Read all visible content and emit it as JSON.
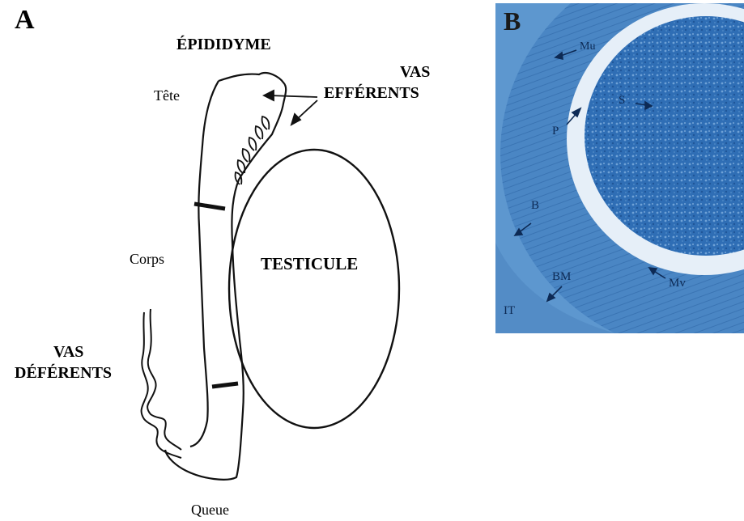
{
  "panel_a": {
    "letter": "A",
    "title": "ÉPIDIDYME",
    "labels": {
      "tete": "Tête",
      "corps": "Corps",
      "queue": "Queue",
      "testicule": "TESTICULE",
      "vas_efferents_line1": "VAS",
      "vas_efferents_line2": "EFFÉRENTS",
      "vas_deferents_line1": "VAS",
      "vas_deferents_line2": "DÉFÉRENTS"
    }
  },
  "panel_b": {
    "letter": "B",
    "micrograph_labels": {
      "mu": "Mu",
      "s": "S",
      "p": "P",
      "b": "B",
      "bm": "BM",
      "mv": "Mv",
      "it": "IT"
    },
    "colors": {
      "epithelium": "#4a86c4",
      "lumen_gap": "#e6eff8",
      "sperm_mass": "#2f6eb5",
      "outer_tissue": "#5d97cf"
    }
  }
}
